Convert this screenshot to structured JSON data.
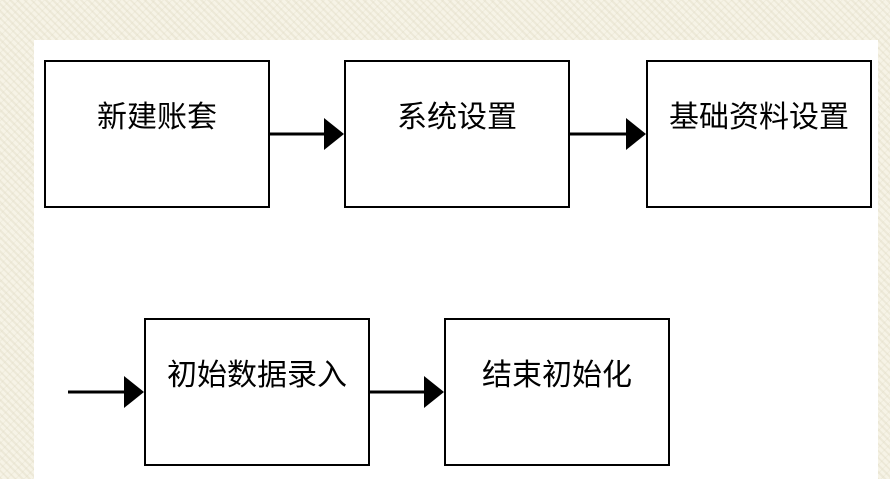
{
  "diagram": {
    "steps": [
      {
        "label": "新建账套"
      },
      {
        "label": "系统设置"
      },
      {
        "label": "基础资料设置"
      },
      {
        "label": "初始数据录入"
      },
      {
        "label": "结束初始化"
      }
    ]
  }
}
